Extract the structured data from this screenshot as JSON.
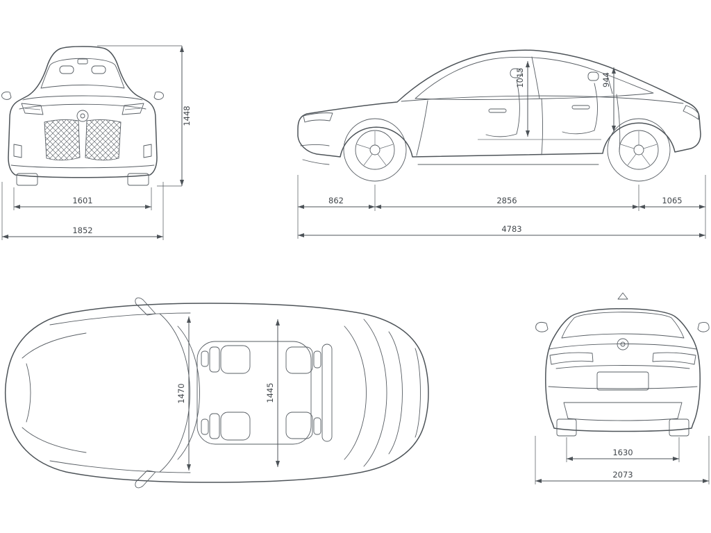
{
  "meta": {
    "background_color": "#ffffff",
    "line_color": "#4d5358",
    "text_color": "#41464b"
  },
  "dims": {
    "front": {
      "height": "1448",
      "track": "1601",
      "width": "1852"
    },
    "side": {
      "front_overhang": "862",
      "wheelbase": "2856",
      "rear_overhang": "1065",
      "length": "4783",
      "front_interior_height": "1015",
      "rear_interior_height": "944"
    },
    "top": {
      "front_interior_width": "1470",
      "rear_interior_width": "1445"
    },
    "rear": {
      "track": "1630",
      "width_with_mirrors": "2073"
    }
  }
}
